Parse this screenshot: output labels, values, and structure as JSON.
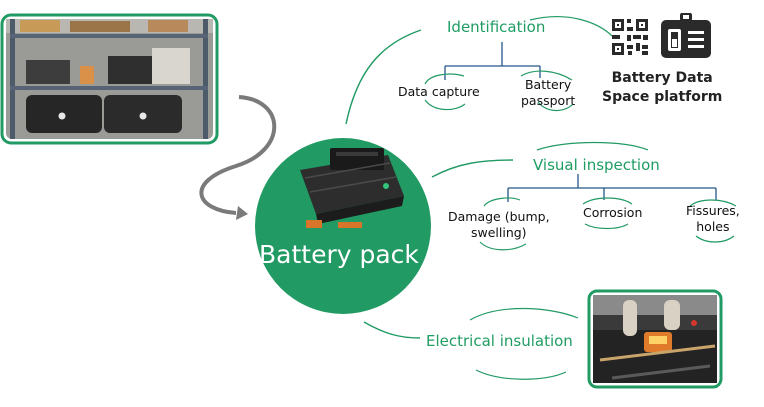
{
  "center": {
    "label": "Battery pack"
  },
  "identification": {
    "heading": "Identification",
    "items": [
      "Data capture",
      "Battery\npassport"
    ],
    "platform": "Battery Data\nSpace platform"
  },
  "visual_inspection": {
    "heading": "Visual inspection",
    "items": [
      "Damage (bump,\nswelling)",
      "Corrosion",
      "Fissures,\nholes"
    ]
  },
  "electrical": {
    "heading": "Electrical insulation"
  },
  "icons": [
    "qr-code-icon",
    "id-badge-icon"
  ],
  "colors": {
    "accent": "#219a64",
    "connector": "#7a7a7a"
  }
}
